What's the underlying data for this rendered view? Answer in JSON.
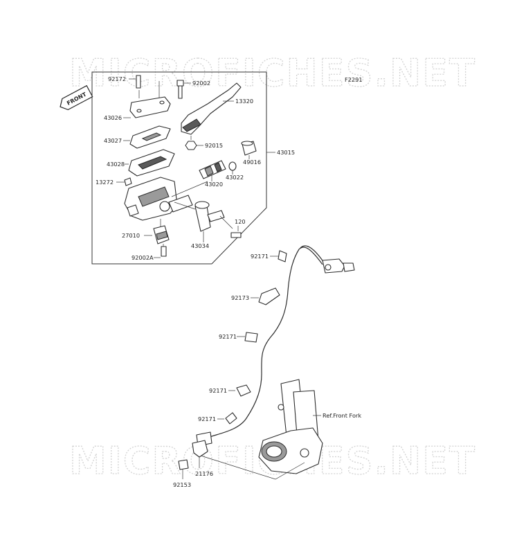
{
  "watermark": {
    "top": "MICROFICHES.NET",
    "bottom": "MICROFICHES.NET"
  },
  "figure_code": "F2291",
  "front_arrow": "FRONT",
  "reference_note": "Ref.Front Fork",
  "parts": {
    "p92172": "92172",
    "p92002": "92002",
    "p13320": "13320",
    "p43026": "43026",
    "p92015": "92015",
    "p43015": "43015",
    "p43027": "43027",
    "p49016": "49016",
    "p43028": "43028",
    "p43022": "43022",
    "p43020": "43020",
    "p13272": "13272",
    "p120": "120",
    "p27010": "27010",
    "p43034": "43034",
    "p92002A": "92002A",
    "p92171a": "92171",
    "p92173": "92173",
    "p92171b": "92171",
    "p92171c": "92171",
    "p92171d": "92171",
    "p21176": "21176",
    "p92153": "92153"
  },
  "colors": {
    "line": "#2b2b2b",
    "watermark": "#d2d2d2",
    "shade": "#9a9a9a"
  }
}
